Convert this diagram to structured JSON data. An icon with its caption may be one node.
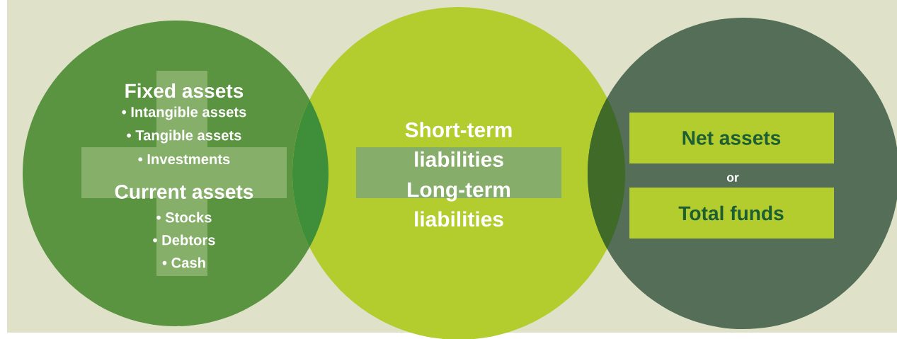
{
  "diagram": {
    "nodes": [
      {
        "text": [
          "Fixed assets",
          "• Intangible assets",
          "• Tangible assets",
          "• Investments",
          "Current assets",
          "• Stocks",
          "• Debtors",
          "• Cash"
        ]
      },
      {
        "text": [
          "Short-term liabilities",
          "Long-term liabilities"
        ]
      },
      {
        "text": [
          "or"
        ]
      },
      {
        "text": [
          "Net assets"
        ],
        "in": 2
      },
      {
        "text": [
          "Total funds"
        ],
        "in": 2
      }
    ]
  }
}
